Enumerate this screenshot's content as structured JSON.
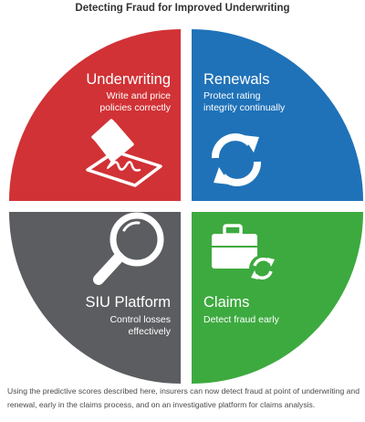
{
  "title": "Detecting Fraud for Improved Underwriting",
  "quadrants": [
    {
      "title": "Underwriting",
      "subtitle": [
        "Write and price",
        "policies correctly"
      ],
      "color": "#d13236",
      "icon": "pen-signing-icon"
    },
    {
      "title": "Renewals",
      "subtitle": [
        "Protect rating",
        "integrity continually"
      ],
      "color": "#1f72b8",
      "icon": "refresh-arrows-icon"
    },
    {
      "title": "SIU Platform",
      "subtitle": [
        "Control losses",
        "effectively"
      ],
      "color": "#5b5d60",
      "icon": "magnifying-glass-icon"
    },
    {
      "title": "Claims",
      "subtitle": [
        "Detect fraud early"
      ],
      "color": "#3daa3f",
      "icon": "briefcase-refresh-icon"
    }
  ],
  "caption": "Using the predictive scores described here, insurers can now detect fraud at point of underwriting and renewal, early in the claims process, and on an investigative platform for claims analysis."
}
